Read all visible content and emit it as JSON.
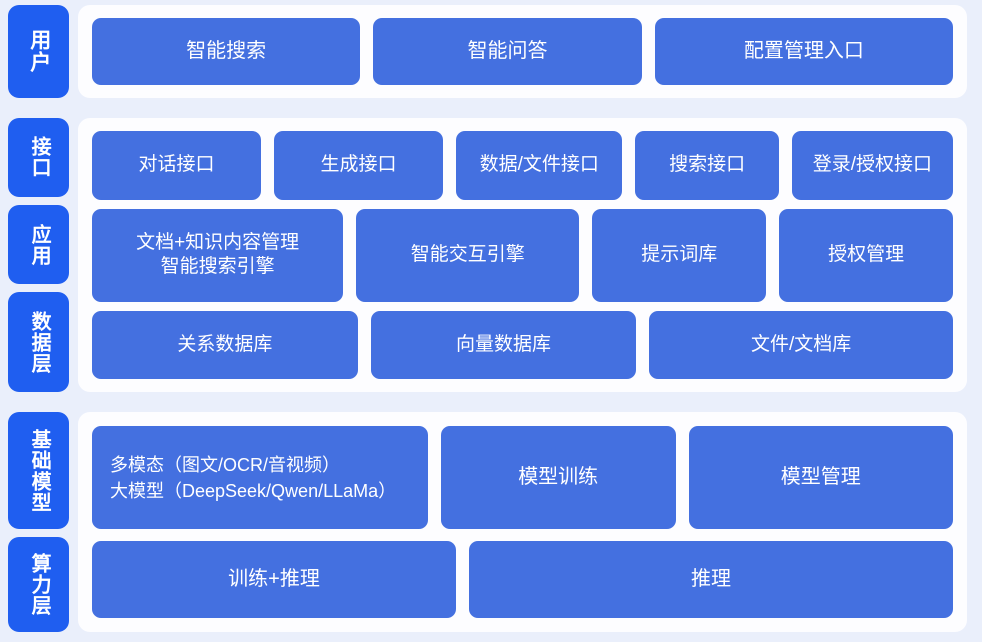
{
  "theme": {
    "page_background": "#eaeffb",
    "panel_background": "#fdfdff",
    "card_blue": "#4470e0",
    "rail_blue": "#1f5ef0",
    "card_text": "#ffffff"
  },
  "sections": [
    {
      "id": "user",
      "rail_labels": [
        "用户"
      ],
      "rows": [
        {
          "id": "user-entries",
          "cards": [
            {
              "label": "智能搜索",
              "flex": 3
            },
            {
              "label": "智能问答",
              "flex": 3
            },
            {
              "label": "配置管理入口",
              "flex": 3.35
            }
          ]
        }
      ]
    },
    {
      "id": "core",
      "rail_labels": [
        "接口",
        "应用",
        "数据层"
      ],
      "rows": [
        {
          "id": "interface",
          "cards": [
            {
              "label": "对话接口",
              "flex": 3.05
            },
            {
              "label": "生成接口",
              "flex": 3.05
            },
            {
              "label": "数据/文件接口",
              "flex": 3.0
            },
            {
              "label": "搜索接口",
              "flex": 2.55
            },
            {
              "label": "登录/授权接口",
              "flex": 2.9
            }
          ]
        },
        {
          "id": "application",
          "cards": [
            {
              "label": "文档+知识内容管理\n智能搜索引擎",
              "flex": 3.4,
              "two_line": true
            },
            {
              "label": "智能交互引擎",
              "flex": 3.0
            },
            {
              "label": "提示词库",
              "flex": 2.3
            },
            {
              "label": "授权管理",
              "flex": 2.3
            }
          ]
        },
        {
          "id": "data",
          "cards": [
            {
              "label": "关系数据库",
              "flex": 3.0
            },
            {
              "label": "向量数据库",
              "flex": 3.0
            },
            {
              "label": "文件/文档库",
              "flex": 3.45
            }
          ]
        }
      ]
    },
    {
      "id": "base",
      "rail_labels": [
        "基础模型",
        "算力层"
      ],
      "rows": [
        {
          "id": "models",
          "cards": [
            {
              "label": "多模态（图文/OCR/音视频）\n大模型（DeepSeek/Qwen/LLaMa）",
              "flex": 4.2,
              "multimodal": true
            },
            {
              "label": "模型训练",
              "flex": 3.0
            },
            {
              "label": "模型管理",
              "flex": 3.4
            }
          ]
        },
        {
          "id": "compute",
          "cards": [
            {
              "label": "训练+推理",
              "flex": 4.55
            },
            {
              "label": "推理",
              "flex": 6.1
            }
          ]
        }
      ]
    }
  ]
}
